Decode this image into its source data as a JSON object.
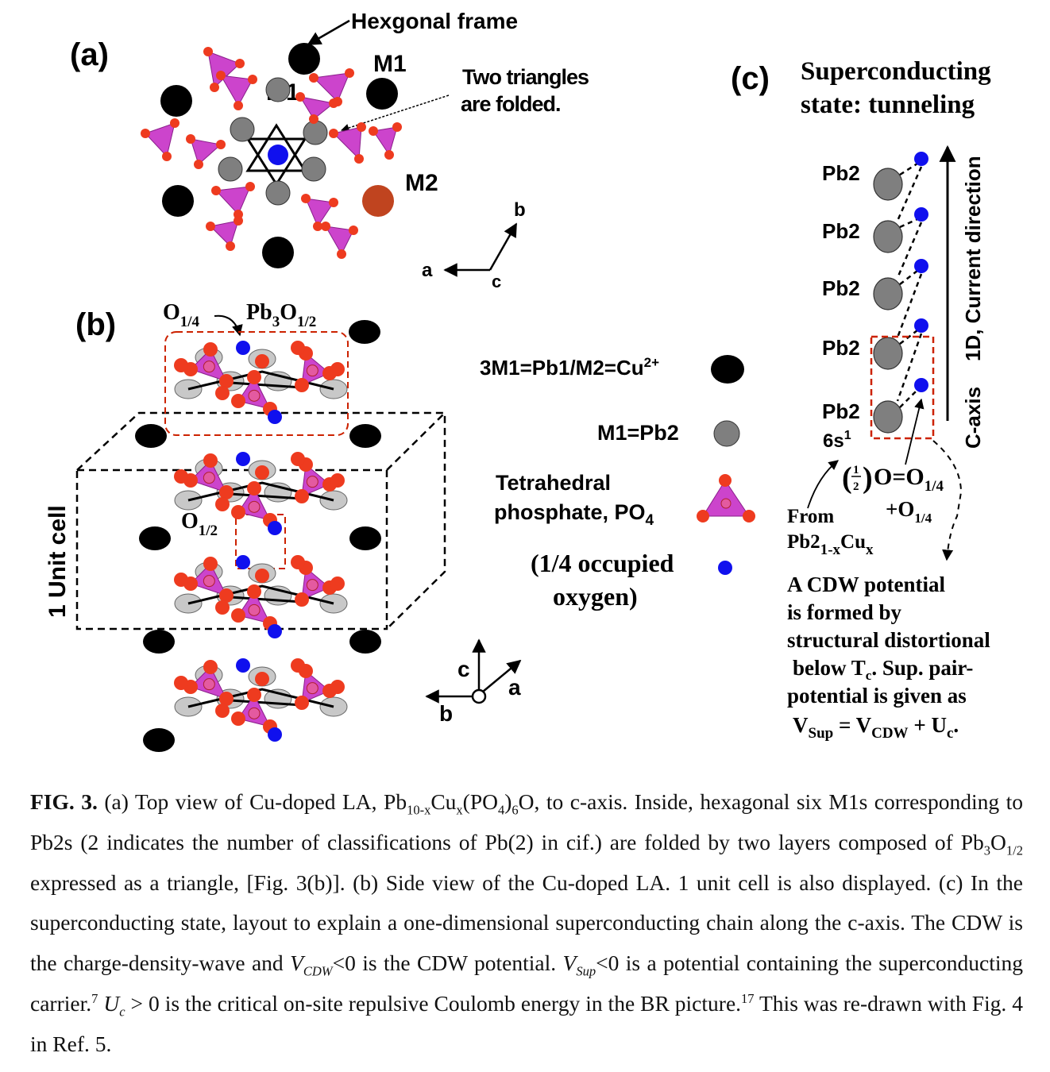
{
  "panel_a": {
    "label": "(a)",
    "hex_frame": "Hexgonal frame",
    "m1_outer": "M1",
    "m1_inner": "M1",
    "m2": "M2",
    "folded_line1": "Two triangles",
    "folded_line2": "are folded.",
    "axis_a": "a",
    "axis_b": "b",
    "axis_c": "c"
  },
  "panel_b": {
    "label": "(b)",
    "o14": "O",
    "o14_sub": "1/4",
    "pb3": "Pb",
    "pb3_sub": "3",
    "pb3_o": "O",
    "pb3_o_sub": "1/2",
    "o12": "O",
    "o12_sub": "1/2",
    "unit_cell": "1 Unit cell",
    "axis_a": "a",
    "axis_b": "b",
    "axis_c": "c"
  },
  "legend": {
    "m1_pb1": "3M1=Pb1/M2=Cu",
    "m1_pb1_sup": "2+",
    "m1_pb2": "M1=Pb2",
    "tetra_line1": "Tetrahedral",
    "tetra_line2": "phosphate, PO",
    "tetra_sub": "4",
    "oxy_line1": "(1/4 occupied",
    "oxy_line2": "oxygen)"
  },
  "panel_c": {
    "label": "(c)",
    "title_line1": "Superconducting",
    "title_line2": "state: tunneling",
    "pb_labels": [
      "Pb2",
      "Pb2",
      "Pb2",
      "Pb2",
      "Pb2"
    ],
    "six_s": "6s",
    "six_s_sup": "1",
    "half_num": "1",
    "half_den": "2",
    "o_eq": "O=O",
    "o_eq_sub": "1/4",
    "plus_o": "+O",
    "plus_o_sub": "1/4",
    "from": "From",
    "pb2cu": "Pb2",
    "pb2cu_sub1": "1-x",
    "pb2cu_cu": "Cu",
    "pb2cu_sub2": "x",
    "current_dir": "1D, Current direction",
    "c_axis": "C-axis",
    "cdw_line1": "A CDW potential",
    "cdw_line2": "is formed by",
    "cdw_line3": "structural distortional",
    "cdw_line4_a": "below T",
    "cdw_line4_sub": "c",
    "cdw_line4_b": ". Sup. pair-",
    "cdw_line5": "potential is given as",
    "v_sup": "V",
    "v_sup_sub": "Sup",
    "v_eq": " = V",
    "v_cdw_sub": "CDW",
    "v_plus": " + U",
    "v_uc_sub": "c",
    "v_end": "."
  },
  "caption": {
    "fig_label": "FIG. 3.",
    "p1": " (a) Top view of Cu-doped LA, Pb",
    "p1_sub1": "10-x",
    "p1_b": "Cu",
    "p1_sub2": "x",
    "p1_c": "(PO",
    "p1_sub3": "4",
    "p1_d": ")",
    "p1_sub4": "6",
    "p1_e": "O, to c-axis. Inside, hexagonal six M1s corresponding to Pb2s (2 indicates the number of classifications of Pb(2) in cif.) are folded by two layers composed of Pb",
    "p1_sub5": "3",
    "p1_f": "O",
    "p1_sub6": "1/2",
    "p1_g": " expressed as a triangle, [Fig. 3(b)]. (b) Side view of the Cu-doped LA. 1 unit cell is also displayed. (c) In the superconducting state, layout to explain a one-dimensional superconducting chain along the c-axis. The CDW is the charge-density-wave and ",
    "v_cdw": "V",
    "v_cdw_sub": "CDW",
    "p2": "<0 is the CDW potential. ",
    "v_sup": "V",
    "v_sup_sub": "Sup",
    "p3": "<0 is a potential containing the superconducting carrier.",
    "ref7": "7",
    "uc": "U",
    "uc_sub": "c",
    "p4": " > 0 is the critical on-site repulsive Coulomb energy in the BR picture.",
    "ref17": "17",
    "p5": "  This was re-drawn with Fig. 4 in Ref. 5."
  },
  "colors": {
    "tetra_fill": "#cc44cc",
    "oxygen_red": "#ee3b1f",
    "occupied_oxygen": "#1010ee",
    "pb2_gray": "#7f7f7f",
    "pb1_black": "#000000",
    "cu_brown": "#c0441f",
    "dashed_red": "#cc2200"
  }
}
